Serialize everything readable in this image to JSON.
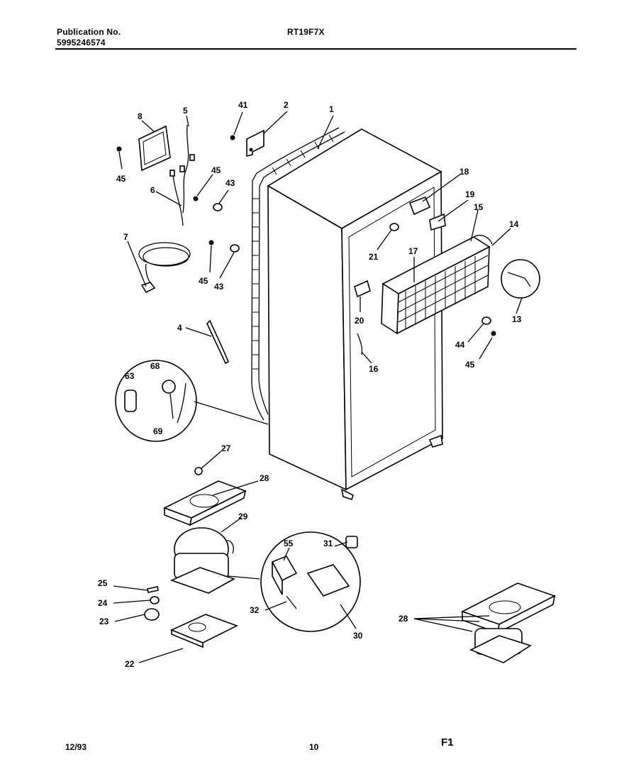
{
  "header": {
    "publication_label": "Publication No.",
    "publication_number": "5995246574",
    "model": "RT19F7X"
  },
  "footer": {
    "date": "12/93",
    "page": "10",
    "code": "F1"
  },
  "callouts": [
    "1",
    "2",
    "41",
    "5",
    "8",
    "45",
    "6",
    "45",
    "43",
    "7",
    "45",
    "43",
    "4",
    "63",
    "68",
    "69",
    "18",
    "19",
    "15",
    "14",
    "21",
    "17",
    "20",
    "16",
    "13",
    "44",
    "45",
    "27",
    "28",
    "29",
    "55",
    "31",
    "25",
    "24",
    "23",
    "32",
    "30",
    "22",
    "28"
  ]
}
